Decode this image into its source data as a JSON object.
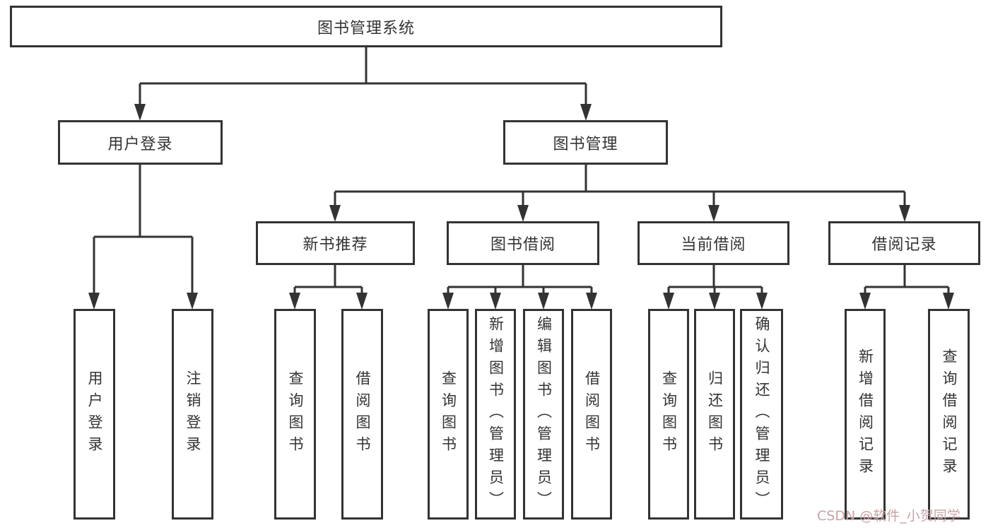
{
  "tree": {
    "root": "图书管理系统",
    "user_login": {
      "label": "用户登录",
      "children": [
        "用户登录",
        "注销登录"
      ]
    },
    "book_mgmt": {
      "label": "图书管理",
      "children": [
        {
          "label": "新书推荐",
          "children": [
            "查询图书",
            "借阅图书"
          ]
        },
        {
          "label": "图书借阅",
          "children": [
            "查询图书",
            "新增图书（管理员）",
            "编辑图书（管理员）",
            "借阅图书"
          ]
        },
        {
          "label": "当前借阅",
          "children": [
            "查询图书",
            "归还图书",
            "确认归还（管理员）"
          ]
        },
        {
          "label": "借阅记录",
          "children": [
            "新增借阅记录",
            "查询借阅记录"
          ]
        }
      ]
    }
  },
  "watermark": "CSDN @软件_小贺同学",
  "colors": {
    "line": "#333333",
    "box_border": "#333333",
    "box_fill": "#ffffff",
    "text": "#333333",
    "watermark": "#c9a2a2"
  }
}
